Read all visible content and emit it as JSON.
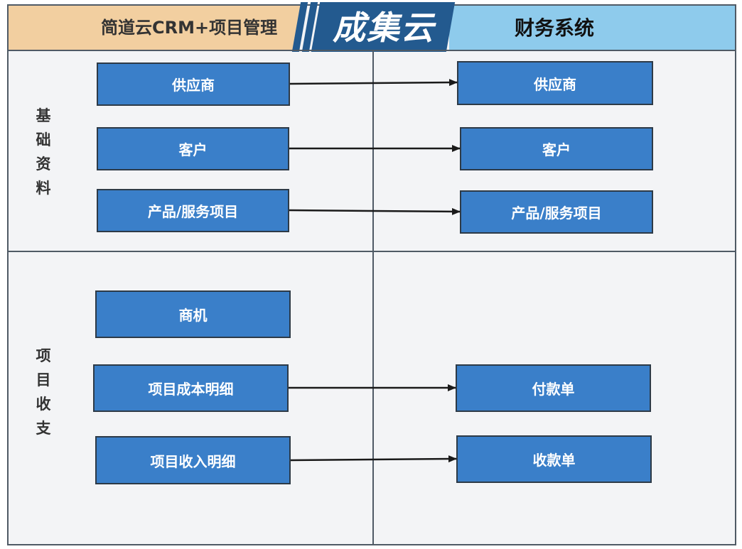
{
  "header": {
    "left_title": "简道云CRM+项目管理",
    "logo": "成集云",
    "right_title": "财务系统",
    "left_color": "#f2cfa0",
    "right_color": "#8ecbec",
    "logo_color": "#235a8f"
  },
  "sections": {
    "basic": {
      "label": "基础资料"
    },
    "project": {
      "label": "项目收支"
    }
  },
  "nodes": {
    "left": {
      "supplier": "供应商",
      "customer": "客户",
      "product": "产品/服务项目",
      "opportunity": "商机",
      "cost_detail": "项目成本明细",
      "income_detail": "项目收入明细"
    },
    "right": {
      "supplier": "供应商",
      "customer": "客户",
      "product": "产品/服务项目",
      "payment": "付款单",
      "receipt": "收款单"
    },
    "node_color": "#3a7fc9"
  },
  "connections": [
    {
      "from": "left.supplier",
      "to": "right.supplier"
    },
    {
      "from": "left.customer",
      "to": "right.customer"
    },
    {
      "from": "left.product",
      "to": "right.product"
    },
    {
      "from": "left.cost_detail",
      "to": "right.payment"
    },
    {
      "from": "left.income_detail",
      "to": "right.receipt"
    }
  ]
}
